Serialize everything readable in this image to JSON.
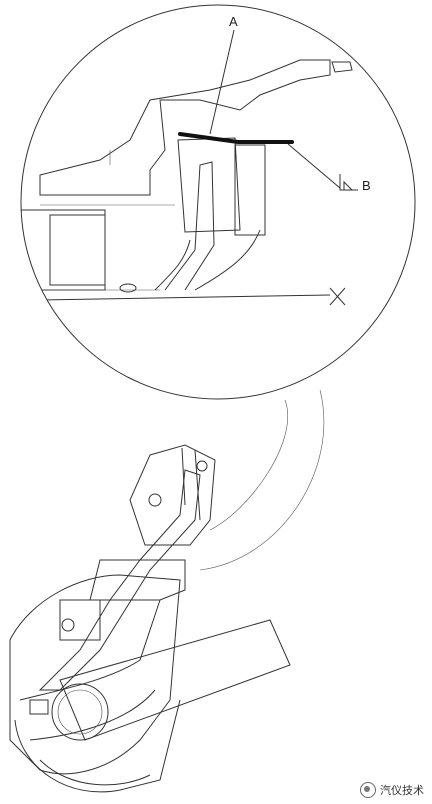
{
  "labels": {
    "a": "A",
    "b": "B"
  },
  "watermark": {
    "text": "汽仪技术"
  },
  "colors": {
    "line": "#333333",
    "background": "#ffffff"
  }
}
